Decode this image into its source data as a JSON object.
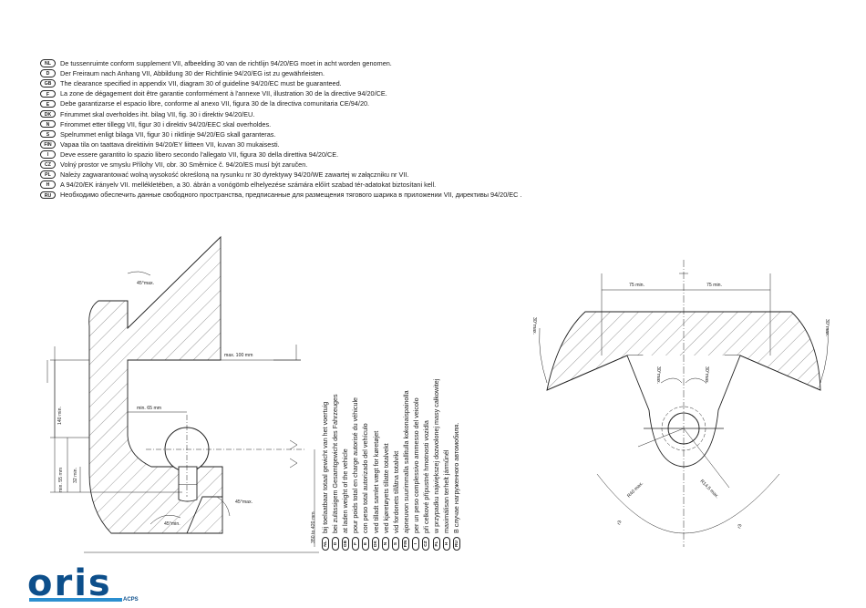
{
  "requirements": [
    {
      "code": "NL",
      "text": "De tussenruimte conform supplement VII, afbeelding 30 van de richtlijn 94/20/EG moet in acht worden genomen."
    },
    {
      "code": "D",
      "text": "Der Freiraum nach Anhang VII, Abbildung 30 der Richtlinie 94/20/EG ist zu gewährleisten."
    },
    {
      "code": "GB",
      "text": "The clearance specified in appendix VII, diagram 30 of guideline 94/20/EC must be guaranteed."
    },
    {
      "code": "F",
      "text": "La zone de dégagement doit être garantie conformément à l'annexe VII, illustration 30 de la directive 94/20/CE."
    },
    {
      "code": "E",
      "text": "Debe garantizarse el espacio libre, conforme al anexo VII, figura 30 de la directiva comunitaria CE/94/20."
    },
    {
      "code": "DK",
      "text": "Frirummet skal overholdes iht. bilag VII, fig. 30 i direktiv 94/20/EU."
    },
    {
      "code": "N",
      "text": "Frirommet etter tillegg VII, figur 30 i direktiv 94/20/EEC skal overholdes."
    },
    {
      "code": "S",
      "text": "Spelrummet enligt bilaga VII, figur 30 i riktlinje 94/20/EG skall garanteras."
    },
    {
      "code": "FIN",
      "text": "Vapaa tila on taattava direktiivin 94/20/EY liitteen VII, kuvan 30 mukaisesti."
    },
    {
      "code": "I",
      "text": "Deve essere garantito lo spazio libero secondo l'allegato VII, figura 30 della direttiva 94/20/CE."
    },
    {
      "code": "CZ",
      "text": "Volný prostor ve smyslu Přílohy VII, obr. 30 Směrnice č. 94/20/ES musí být zaručen."
    },
    {
      "code": "PL",
      "text": "Należy zagwarantować wolną wysokość określoną na rysunku nr 30 dyrektywy 94/20/WE zawartej w załączniku nr VII."
    },
    {
      "code": "H",
      "text": "A 94/20/EK irányelv VII. mellékletében, a 30. ábrán a vonógömb elhelyezése számára előírt szabad tér-adatokat biztosítani kell."
    },
    {
      "code": "RU",
      "text": "Необходимо обеспечить данные свободного пространства, предписанные для размещения тягового шарика в приложении VII, директивы 94/20/EC ."
    }
  ],
  "vertical_notes": [
    {
      "code": "NL",
      "text": "bij toelaatbaar totaal gewicht van het voertuig"
    },
    {
      "code": "D",
      "text": "bei zulässigem Gesamtgewicht des Fahrzeuges"
    },
    {
      "code": "GB",
      "text": "at laden weight of the vehicle"
    },
    {
      "code": "F",
      "text": "pour poids total en charge autorisé du véhicule"
    },
    {
      "code": "E",
      "text": "con peso total autorizado del vehículo"
    },
    {
      "code": "DK",
      "text": "ved tilladt samlet vægt for køretøjet"
    },
    {
      "code": "N",
      "text": "ved kjøretøyets tillatte totalvekt"
    },
    {
      "code": "S",
      "text": "vid fordonets tillåtna totalvikt"
    },
    {
      "code": "FIN",
      "text": "ajoneuvon suurimmalla sallitulla kokonaispainolla"
    },
    {
      "code": "I",
      "text": "per un peso complessivo ammesso del veicolo"
    },
    {
      "code": "CZ",
      "text": "při celkové přípustné hmotnosti vozidla"
    },
    {
      "code": "PL",
      "text": "w przypadku największej dozwolonej masy całkowitej"
    },
    {
      "code": "H",
      "text": "maximálisan terhelt járműnél"
    },
    {
      "code": "RU",
      "text": "В случае нагруженного автомобиля."
    }
  ],
  "side_view": {
    "angle_top": "45°max.",
    "max_dim": "max. 100 mm",
    "min_65": "min. 65 mm",
    "height_140": "140   min.",
    "min_55": "min. 55 mm",
    "dim_32": "32   min.",
    "angle_right": "45°max.",
    "angle_bottom": "45°min.",
    "height_range": "350 to 420  mm"
  },
  "front_view": {
    "width_left": "75  min.",
    "width_right": "75  min.",
    "angle_outer_left": "30°max.",
    "angle_outer_right": "30°max.",
    "angle_inner_left": "30°max.",
    "angle_inner_right": "30°max.",
    "radius_r40": "R40  max.",
    "radius_r14": "R14,5    max.",
    "radius_label_left": "r3",
    "radius_label_right": "r3"
  },
  "logo": {
    "word": "oris",
    "sub": "ACPS"
  }
}
